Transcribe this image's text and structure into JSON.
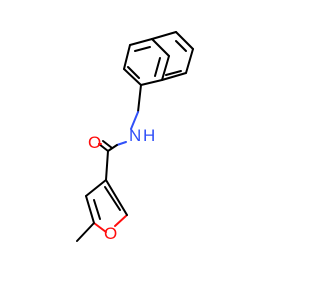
{
  "molecule": {
    "atom_labels": {
      "carbonyl_oxygen": "O",
      "amide_nitrogen": "N",
      "amide_hydrogen": "H",
      "furan_oxygen": "O"
    },
    "colors": {
      "bond": "#000000",
      "oxygen": "#ff0d0d",
      "nitrogen": "#3050f8"
    }
  }
}
